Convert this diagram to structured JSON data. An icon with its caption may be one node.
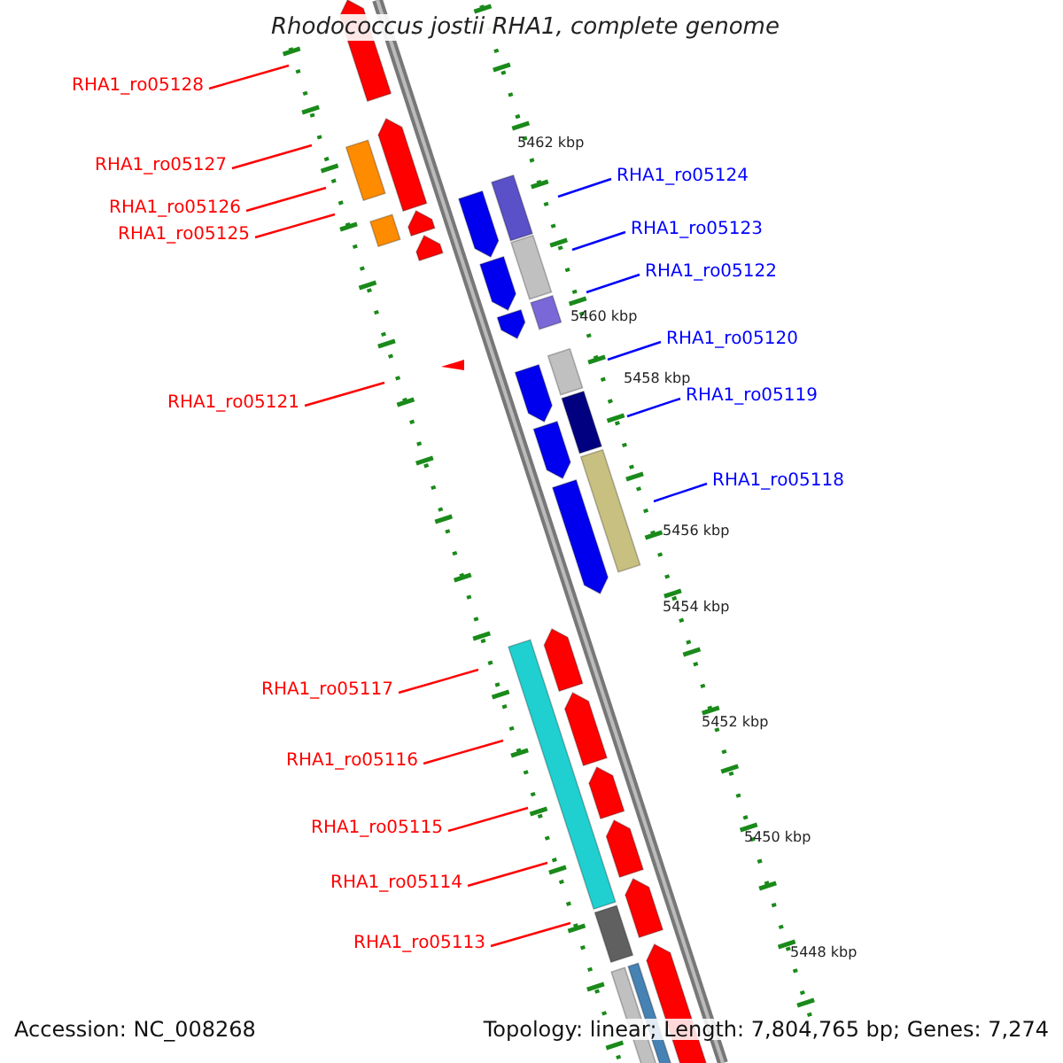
{
  "diagram": {
    "title": "Rhodococcus jostii RHA1, complete genome",
    "nodes": [
      {
        "text": [
          "RHA1_ro05128"
        ]
      },
      {
        "text": [
          "RHA1_ro05127"
        ]
      },
      {
        "text": [
          "RHA1_ro05124"
        ]
      },
      {
        "text": [
          "RHA1_ro05126"
        ]
      },
      {
        "text": [
          "RHA1_ro05123"
        ]
      },
      {
        "text": [
          "RHA1_ro05125"
        ]
      },
      {
        "text": [
          "RHA1_ro05122"
        ]
      },
      {
        "text": [
          "RHA1_ro05120"
        ]
      },
      {
        "text": [
          "RHA1_ro05119"
        ]
      },
      {
        "text": [
          "RHA1_ro05121"
        ]
      },
      {
        "text": [
          "RHA1_ro05118"
        ]
      },
      {
        "text": [
          "RHA1_ro05117"
        ]
      },
      {
        "text": [
          "RHA1_ro05116"
        ]
      },
      {
        "text": [
          "RHA1_ro05115"
        ]
      },
      {
        "text": [
          "RHA1_ro05114"
        ]
      },
      {
        "text": [
          "RHA1_ro05113"
        ]
      }
    ],
    "edges": [
      {
        "from": 0,
        "to": null,
        "arrow": "none"
      },
      {
        "from": 1,
        "to": null,
        "arrow": "none"
      },
      {
        "from": 2,
        "to": null,
        "arrow": "none",
        "color": "#0000ff"
      },
      {
        "from": 3,
        "to": null,
        "arrow": "none"
      },
      {
        "from": 4,
        "to": null,
        "arrow": "none",
        "color": "#0000ff"
      },
      {
        "from": 5,
        "to": null,
        "arrow": "none"
      },
      {
        "from": 6,
        "to": null,
        "arrow": "none",
        "color": "#0000ff"
      },
      {
        "from": 7,
        "to": null,
        "arrow": "none",
        "color": "#0000ff"
      },
      {
        "from": 8,
        "to": null,
        "arrow": "none",
        "color": "#0000ff"
      },
      {
        "from": 9,
        "to": null,
        "arrow": "none"
      },
      {
        "from": 10,
        "to": null,
        "arrow": "none",
        "color": "#0000ff"
      },
      {
        "from": 11,
        "to": null,
        "arrow": "none"
      },
      {
        "from": 12,
        "to": null,
        "arrow": "none"
      },
      {
        "from": 13,
        "to": null,
        "arrow": "none"
      },
      {
        "from": 14,
        "to": null,
        "arrow": "none"
      },
      {
        "from": 15,
        "to": null,
        "arrow": "none"
      }
    ],
    "labels": [
      "5462 kbp",
      "5460 kbp",
      "5458 kbp",
      "5456 kbp",
      "5454 kbp",
      "5452 kbp",
      "5450 kbp",
      "5448 kbp",
      "Accession: NC_008268",
      "Topology: linear; Length: 7,804,765 bp; Genes: 7,274"
    ]
  }
}
